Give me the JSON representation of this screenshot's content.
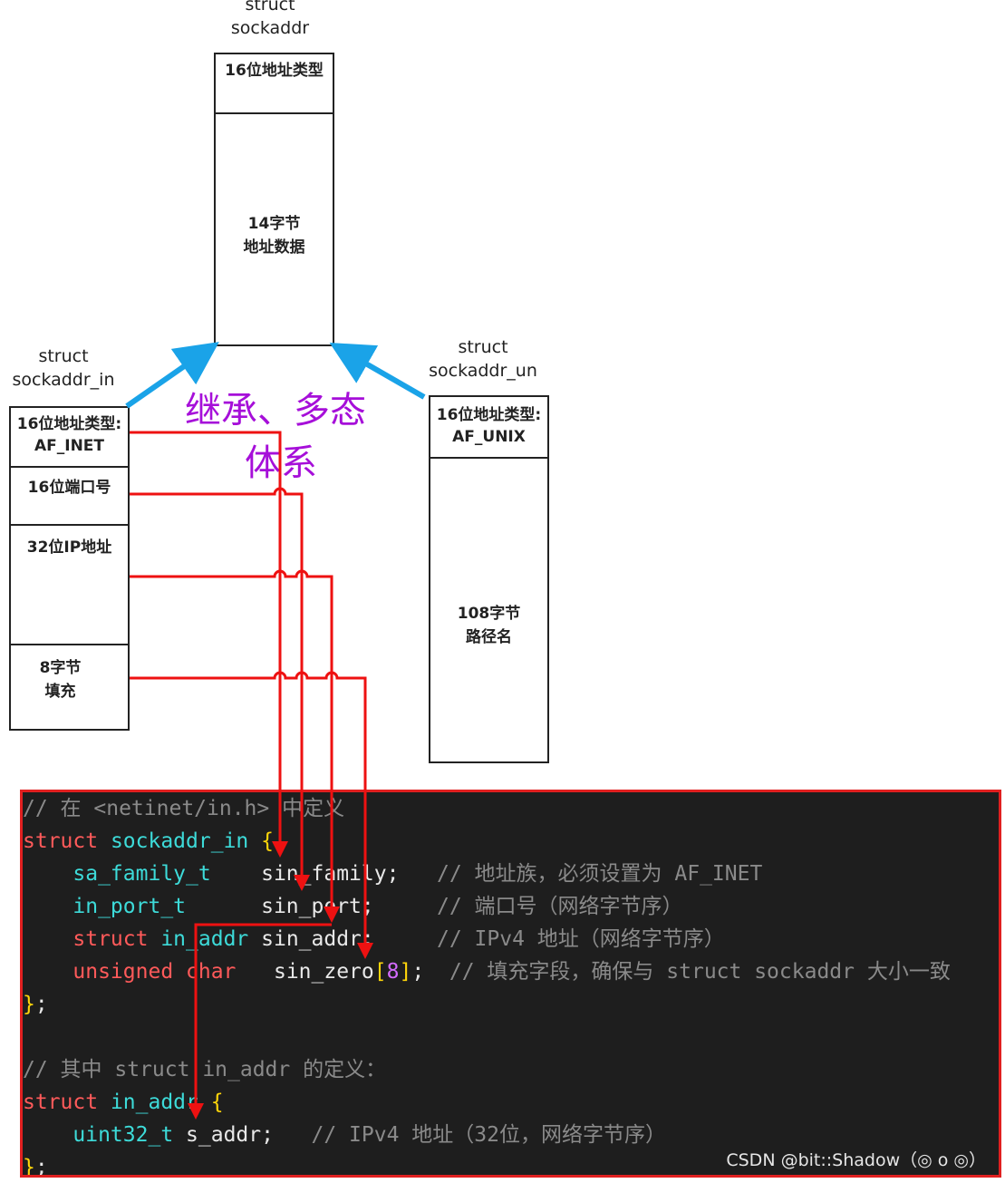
{
  "sockaddr": {
    "title_l1": "struct",
    "title_l2": "sockaddr",
    "field1": "16位地址类型",
    "field2_l1": "14字节",
    "field2_l2": "地址数据"
  },
  "sockaddr_in": {
    "title_l1": "struct",
    "title_l2": "sockaddr_in",
    "field1_l1": "16位地址类型:",
    "field1_l2": "AF_INET",
    "field2": "16位端口号",
    "field3": "32位IP地址",
    "field4_l1": "8字节",
    "field4_l2": "填充"
  },
  "sockaddr_un": {
    "title_l1": "struct",
    "title_l2": "sockaddr_un",
    "field1_l1": "16位地址类型:",
    "field1_l2": "AF_UNIX",
    "field2_l1": "108字节",
    "field2_l2": "路径名"
  },
  "annotation": {
    "line1": "继承、多态",
    "line2": "体系"
  },
  "colors": {
    "arrow_blue": "#1aa3e8",
    "mapping_red": "#ee1111",
    "annotation_purple": "#a60fd9"
  },
  "code": {
    "line1": {
      "comment": "// 在 <netinet/in.h> 中定义"
    },
    "line2": {
      "kw": "struct",
      "name": " sockaddr_in ",
      "brace": "{"
    },
    "line3": {
      "indent": "    ",
      "type": "sa_family_t",
      "pad": "    ",
      "field": "sin_family;",
      "gap": "   ",
      "comment": "// 地址族，必须设置为 AF_INET"
    },
    "line4": {
      "indent": "    ",
      "type": "in_port_t",
      "pad": "      ",
      "field": "sin_port;",
      "gap": "     ",
      "comment": "// 端口号（网络字节序）"
    },
    "line5": {
      "indent": "    ",
      "kw1": "struct",
      "type": " in_addr",
      "pad": " ",
      "field": "sin_addr;",
      "gap": "     ",
      "comment": "// IPv4 地址（网络字节序）"
    },
    "line6": {
      "indent": "    ",
      "kw1": "unsigned",
      "kw2": " char",
      "pad": "   ",
      "field": "sin_zero",
      "lb": "[",
      "num": "8",
      "rb": "]",
      "semi": ";",
      "gap": "  ",
      "comment": "// 填充字段，确保与 struct sockaddr 大小一致"
    },
    "line7": {
      "brace": "}",
      "semi": ";"
    },
    "line8": {
      "comment": "// 其中 struct in_addr 的定义："
    },
    "line9": {
      "kw": "struct",
      "name": " in_addr ",
      "brace": "{"
    },
    "line10": {
      "indent": "    ",
      "type": "uint32_t",
      "pad": " ",
      "field": "s_addr;",
      "gap": "   ",
      "comment": "// IPv4 地址（32位，网络字节序）"
    },
    "line11": {
      "brace": "}",
      "semi": ";"
    }
  },
  "watermark": "CSDN @bit::Shadow（◎ o ◎）"
}
